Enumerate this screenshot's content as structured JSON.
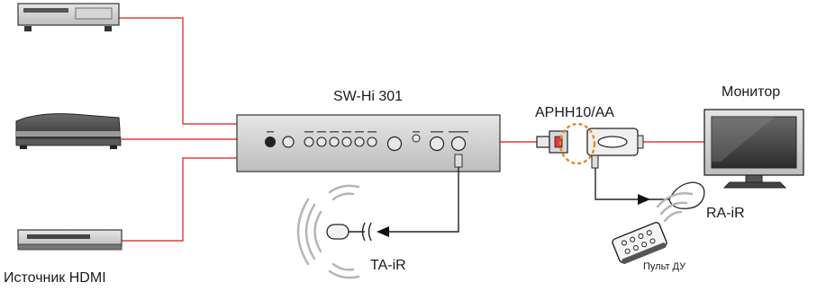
{
  "labels": {
    "switch_title": "SW-Hi 301",
    "adapter_title": "APHH10/AA",
    "monitor_title": "Монитор",
    "source_caption": "Источник HDMI",
    "ta_ir": "TA-iR",
    "ra_ir": "RA-iR",
    "remote_caption": "Пульт ДУ"
  },
  "colors": {
    "signal_line": "#e23b3b",
    "device_fill": "#cfcfcf",
    "device_stroke": "#333333",
    "highlight": "#e08a1e"
  }
}
